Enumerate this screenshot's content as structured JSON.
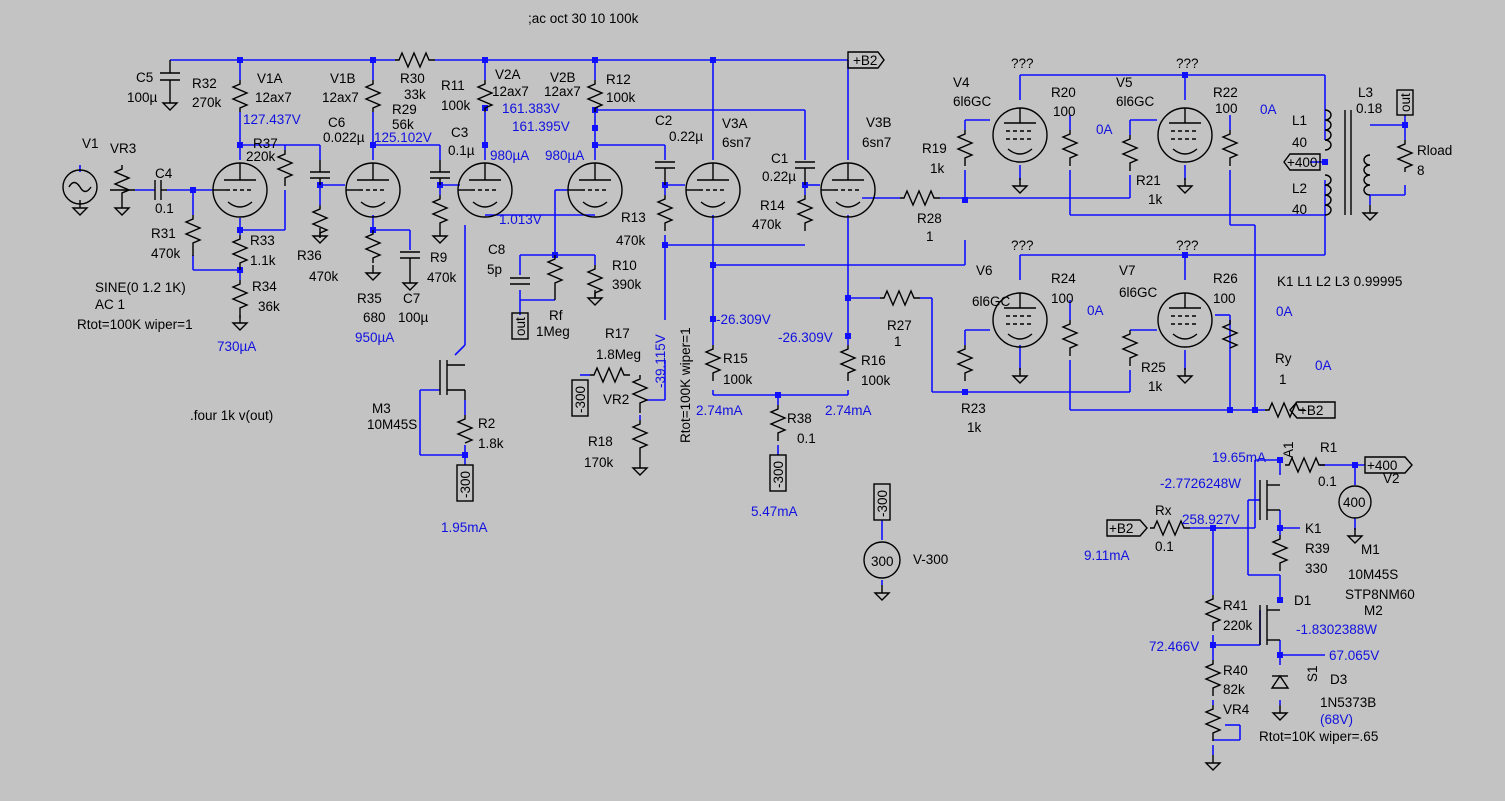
{
  "directives": {
    "ac": ";ac oct 30 10 100k",
    "four": ".four 1k v(out)",
    "coupling": "K1 L1 L2 L3 0.99995"
  },
  "colors": {
    "background": "#c3c3c3",
    "wire": "#1010ff",
    "component": "#000000",
    "annotation": "#1010e0"
  },
  "labels": {
    "V1": "V1",
    "VR3": "VR3",
    "sine": "SINE(0 1.2 1K)",
    "ac1": "AC 1",
    "rtot100k": "Rtot=100K wiper=1",
    "C4": "C4",
    "C4v": "0.1",
    "C5": "C5",
    "C5v": "100µ",
    "R32": "R32",
    "R32v": "270k",
    "V1A": "V1A",
    "V1Av": "12ax7",
    "V1B": "V1B",
    "V1Bv": "12ax7",
    "R30": "R30",
    "R30v": "33k",
    "R29": "R29",
    "R29v": "56k",
    "C6": "C6",
    "C6v": "0.022µ",
    "R37": "R37",
    "R37v": "220k",
    "R31": "R31",
    "R31v": "470k",
    "R33": "R33",
    "R33v": "1.1k",
    "R34": "R34",
    "R34v": "36k",
    "R36": "R36",
    "R36v": "470k",
    "R35": "R35",
    "R35v": "680",
    "C7": "C7",
    "C7v": "100µ",
    "C3": "C3",
    "C3v": "0.1µ",
    "R9": "R9",
    "R9v": "470k",
    "R11": "R11",
    "R11v": "100k",
    "V2A": "V2A",
    "V2Av": "12ax7",
    "V2B": "V2B",
    "V2Bv": "12ax7",
    "R12": "R12",
    "R12v": "100k",
    "C2": "C2",
    "C2v": "0.22µ",
    "V3A": "V3A",
    "V3Av": "6sn7",
    "V3B": "V3B",
    "V3Bv": "6sn7",
    "C1": "C1",
    "C1v": "0.22µ",
    "R14": "R14",
    "R14v": "470k",
    "R13": "R13",
    "R13v": "470k",
    "C8": "C8",
    "C8v": "5p",
    "Rf": "Rf",
    "Rfv": "1Meg",
    "R10": "R10",
    "R10v": "390k",
    "R17": "R17",
    "R17v": "1.8Meg",
    "VR2": "VR2",
    "VR2v": "Rtot=100K wiper=1",
    "R18": "R18",
    "R18v": "170k",
    "R15": "R15",
    "R15v": "100k",
    "R16": "R16",
    "R16v": "100k",
    "R38": "R38",
    "R38v": "0.1",
    "M3": "M3",
    "M3v": "10M45S",
    "R2": "R2",
    "R2v": "1.8k",
    "R19": "R19",
    "R19v": "1k",
    "R28": "R28",
    "R28v": "1",
    "R27": "R27",
    "R27v": "1",
    "R23": "R23",
    "R23v": "1k",
    "V4": "V4",
    "V4v": "6l6GC",
    "V5": "V5",
    "V5v": "6l6GC",
    "V6": "V6",
    "V6v": "6l6GC",
    "V7": "V7",
    "V7v": "6l6GC",
    "R20": "R20",
    "R20v": "100",
    "R22": "R22",
    "R22v": "100",
    "R24": "R24",
    "R24v": "100",
    "R26": "R26",
    "R26v": "100",
    "R21": "R21",
    "R21v": "1k",
    "R25": "R25",
    "R25v": "1k",
    "qq": "???",
    "L1": "L1",
    "L1v": "40",
    "L2": "L2",
    "L2v": "40",
    "L3": "L3",
    "L3v": "0.18",
    "Rload": "Rload",
    "Rloadv": "8",
    "Ry": "Ry",
    "Ryv": "1",
    "V300": "V-300",
    "V300v": "300",
    "R1": "R1",
    "R1v": "0.1",
    "A1": "A1",
    "K1": "K1",
    "D1": "D1",
    "S1": "S1",
    "V2": "V2",
    "V2v": "400",
    "R39": "R39",
    "R39v": "330",
    "M1": "M1",
    "M1v": "10M45S",
    "M2v": "STP8NM60",
    "M2": "M2",
    "Rx": "Rx",
    "Rxv": "0.1",
    "R41": "R41",
    "R41v": "220k",
    "R40": "R40",
    "R40v": "82k",
    "VR4": "VR4",
    "D3": "D3",
    "D3v": "1N5373B",
    "D3z": "(68V)",
    "VR4v": "Rtot=10K wiper=.65"
  },
  "flags": {
    "B2": "+B2",
    "p400": "+400",
    "m300": "-300",
    "out": "out"
  },
  "annotations": {
    "v127": "127.437V",
    "v125": "125.102V",
    "v161a": "161.383V",
    "v161b": "161.395V",
    "i980a": "980µA",
    "i980b": "980µA",
    "v1013": "1.013V",
    "i730": "730µA",
    "i950": "950µA",
    "v39": "-39.115V",
    "v26a": "-26.309V",
    "v26b": "-26.309V",
    "i274a": "2.74mA",
    "i274b": "2.74mA",
    "i547": "5.47mA",
    "i195": "1.95mA",
    "a0": "0A",
    "i1965": "19.65mA",
    "p277": "-2.7726248W",
    "v258": "258.927V",
    "i911": "9.11mA",
    "v72": "72.466V",
    "p183": "-1.8302388W",
    "v67": "67.065V"
  }
}
